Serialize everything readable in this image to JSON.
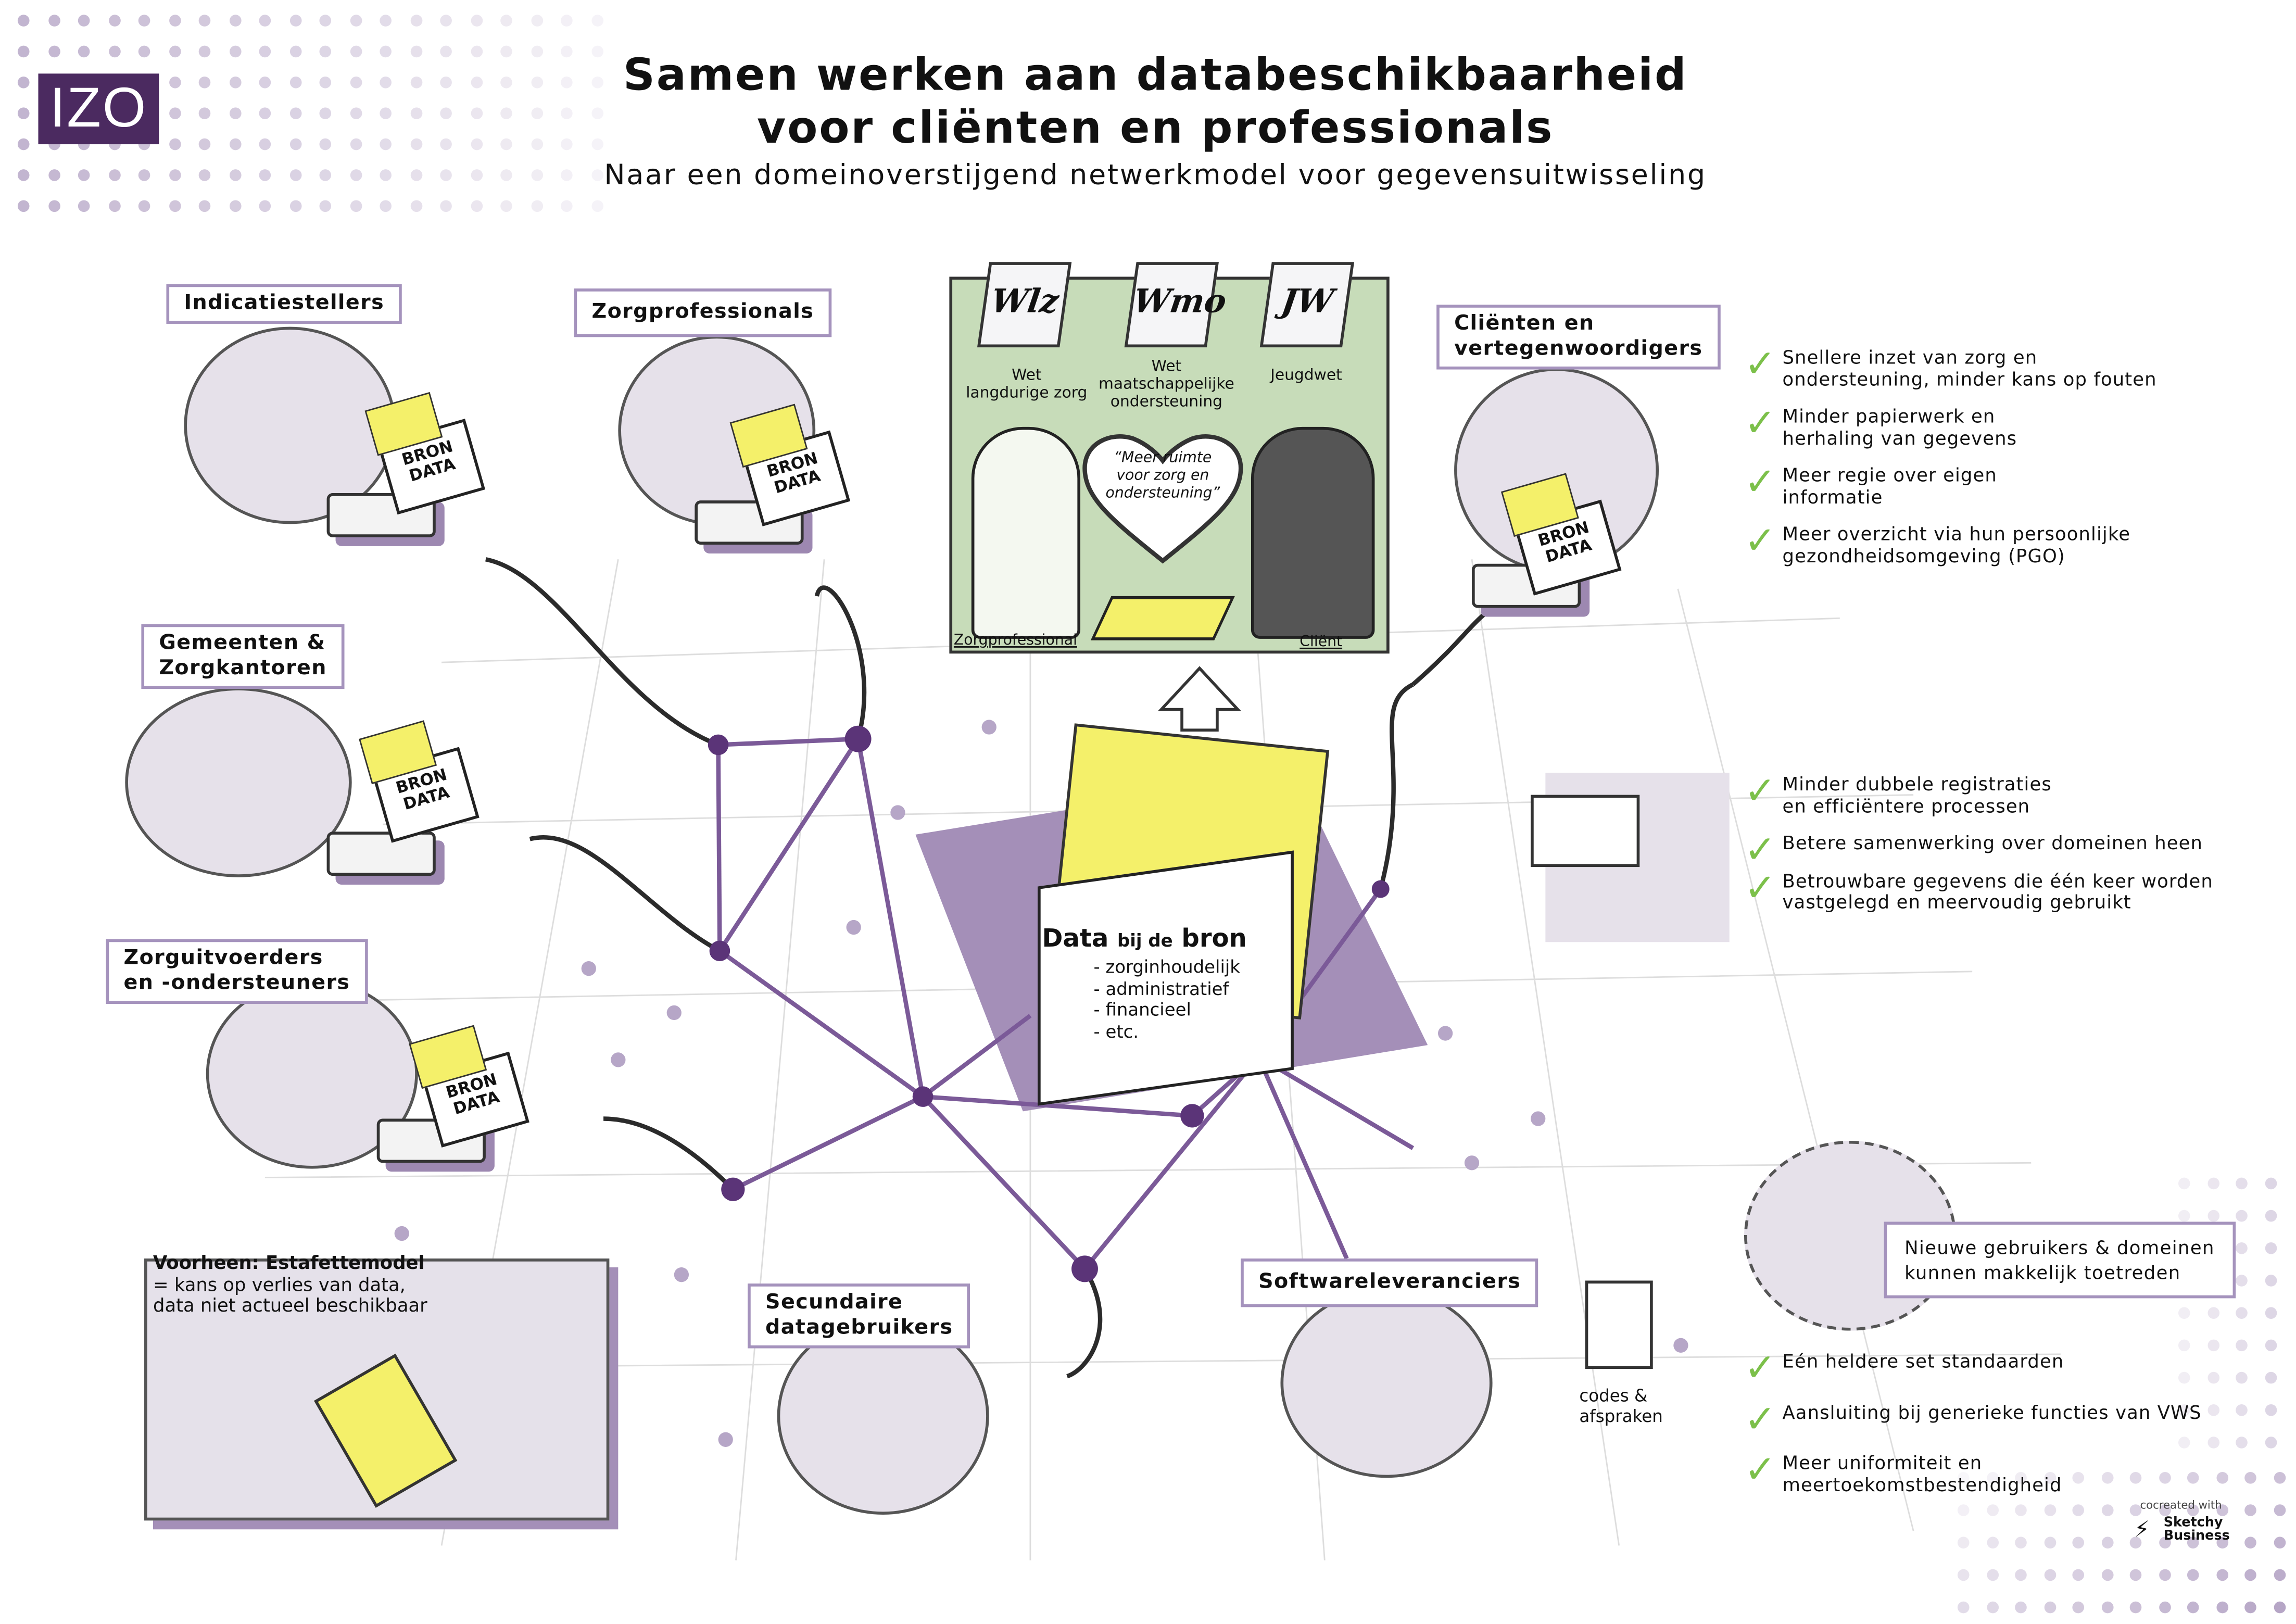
{
  "logo": "IZO",
  "title": {
    "line1": "Samen werken aan databeschikbaarheid",
    "line2": "voor cliënten en professionals",
    "subtitle": "Naar een domeinoverstijgend netwerkmodel voor gegevensuitwisseling"
  },
  "actors": {
    "indicatiestellers": "Indicatiestellers",
    "zorgprofessionals": "Zorgprofessionals",
    "clienten": [
      "Cliënten en",
      "vertegenwoordigers"
    ],
    "gemeenten": [
      "Gemeenten &",
      "Zorgkantoren"
    ],
    "zorguitvoerders": [
      "Zorguitvoerders",
      "en -ondersteuners"
    ],
    "secundaire": [
      "Secundaire",
      "datagebruikers"
    ],
    "software": "Softwareleveranciers",
    "nieuwe": [
      "Nieuwe gebruikers & domeinen",
      "kunnen makkelijk toetreden"
    ]
  },
  "bron_data": [
    "BRON",
    "DATA"
  ],
  "laws": [
    {
      "abbr": "Wlz",
      "name": [
        "Wet",
        "langdurige zorg"
      ]
    },
    {
      "abbr": "Wmo",
      "name": [
        "Wet",
        "maatschappelijke",
        "ondersteuning"
      ]
    },
    {
      "abbr": "JW",
      "name": [
        "Jeugdwet"
      ]
    }
  ],
  "quote": [
    "“Meer ruimte",
    "voor zorg en",
    "ondersteuning”"
  ],
  "scene_labels": {
    "professional": "Zorgprofessional",
    "client": "Cliënt"
  },
  "center": {
    "title_a": "Data",
    "title_b": "bij de",
    "title_c": "bron",
    "items": [
      "- zorginhoudelijk",
      "- administratief",
      "- financieel",
      "- etc."
    ]
  },
  "benefits_clients": [
    [
      "Snellere inzet van zorg en",
      "ondersteuning, minder kans op fouten"
    ],
    [
      "Minder papierwerk en",
      "herhaling van gegevens"
    ],
    [
      "Meer regie over eigen",
      "informatie"
    ],
    [
      "Meer overzicht via hun persoonlijke",
      "gezondheidsomgeving (PGO)"
    ]
  ],
  "benefits_professionals": [
    [
      "Minder dubbele registraties",
      "en efficiëntere processen"
    ],
    [
      "Betere samenwerking over domeinen heen"
    ],
    [
      "Betrouwbare gegevens die één keer worden",
      "vastgelegd en meervoudig gebruikt"
    ]
  ],
  "benefits_system": [
    [
      "Eén heldere set standaarden"
    ],
    [
      "Aansluiting bij generieke functies van VWS"
    ],
    [
      "Meer uniformiteit en",
      "meertoekomstbestendigheid"
    ]
  ],
  "estafette": {
    "title": "Voorheen: Estafettemodel",
    "lines": [
      "= kans op verlies van data,",
      "data niet actueel beschikbaar"
    ]
  },
  "codes": [
    "codes &",
    "afspraken"
  ],
  "credit": {
    "prefix": "cocreated with",
    "brand": [
      "Sketchy",
      "Business"
    ]
  },
  "colors": {
    "purple": "#4b2a60",
    "lavender": "#a48fb8",
    "green": "#7cc04a",
    "yellow": "#f4f06a",
    "scene_bg": "#c7dcb9"
  }
}
